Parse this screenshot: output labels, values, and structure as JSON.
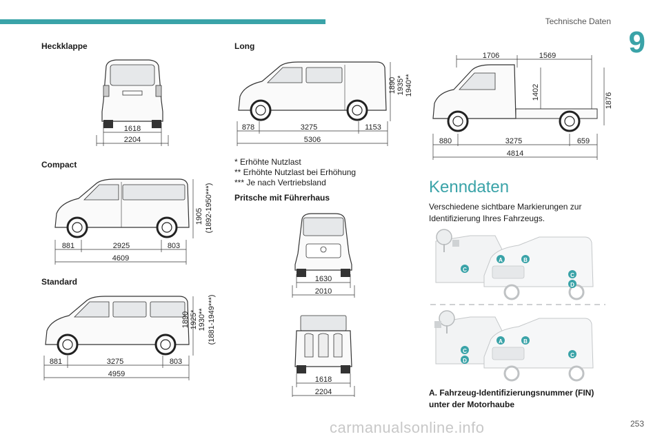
{
  "header": {
    "chapter_title": "Technische Daten",
    "chapter_number": "9",
    "page_number": "253"
  },
  "heckklappe": {
    "label": "Heckklappe",
    "dims": [
      "1618",
      "2204"
    ]
  },
  "compact": {
    "label": "Compact",
    "dims": [
      "881",
      "2925",
      "803",
      "4609"
    ],
    "height": [
      "1905",
      "(1892-1950***)"
    ]
  },
  "standard": {
    "label": "Standard",
    "dims": [
      "881",
      "3275",
      "803",
      "4959"
    ],
    "height": [
      "1890",
      "1925*",
      "1930**",
      "(1881-1949***)"
    ]
  },
  "long": {
    "label": "Long",
    "dims": [
      "878",
      "3275",
      "1153",
      "5306"
    ],
    "height": [
      "1890",
      "1935*",
      "1940**"
    ]
  },
  "notes": [
    "* Erhöhte Nutzlast",
    "** Erhöhte Nutzlast bei Erhöhung",
    "*** Je nach Vertriebsland"
  ],
  "pritsche": {
    "label": "Pritsche mit Führerhaus",
    "front_dims": [
      "1630",
      "2010"
    ],
    "rear_dims": [
      "1618",
      "2204"
    ],
    "side_top": [
      "1706",
      "1569"
    ],
    "side_height": [
      "1402",
      "1876"
    ],
    "side_dims": [
      "880",
      "3275",
      "659",
      "4814"
    ]
  },
  "kenndaten": {
    "title": "Kenndaten",
    "text": "Verschiedene sichtbare Markierungen zur Identifizierung Ihres Fahrzeugs.",
    "markers": [
      "A",
      "B",
      "C",
      "D"
    ],
    "fin": "A. Fahrzeug-Identifizierungsnummer (FIN) unter der Motorhaube"
  },
  "colors": {
    "accent": "#3aa3a8",
    "marker": "#3aa3a8",
    "drawing": "#cfd2d4"
  },
  "watermark": "carmanualsonline.info"
}
